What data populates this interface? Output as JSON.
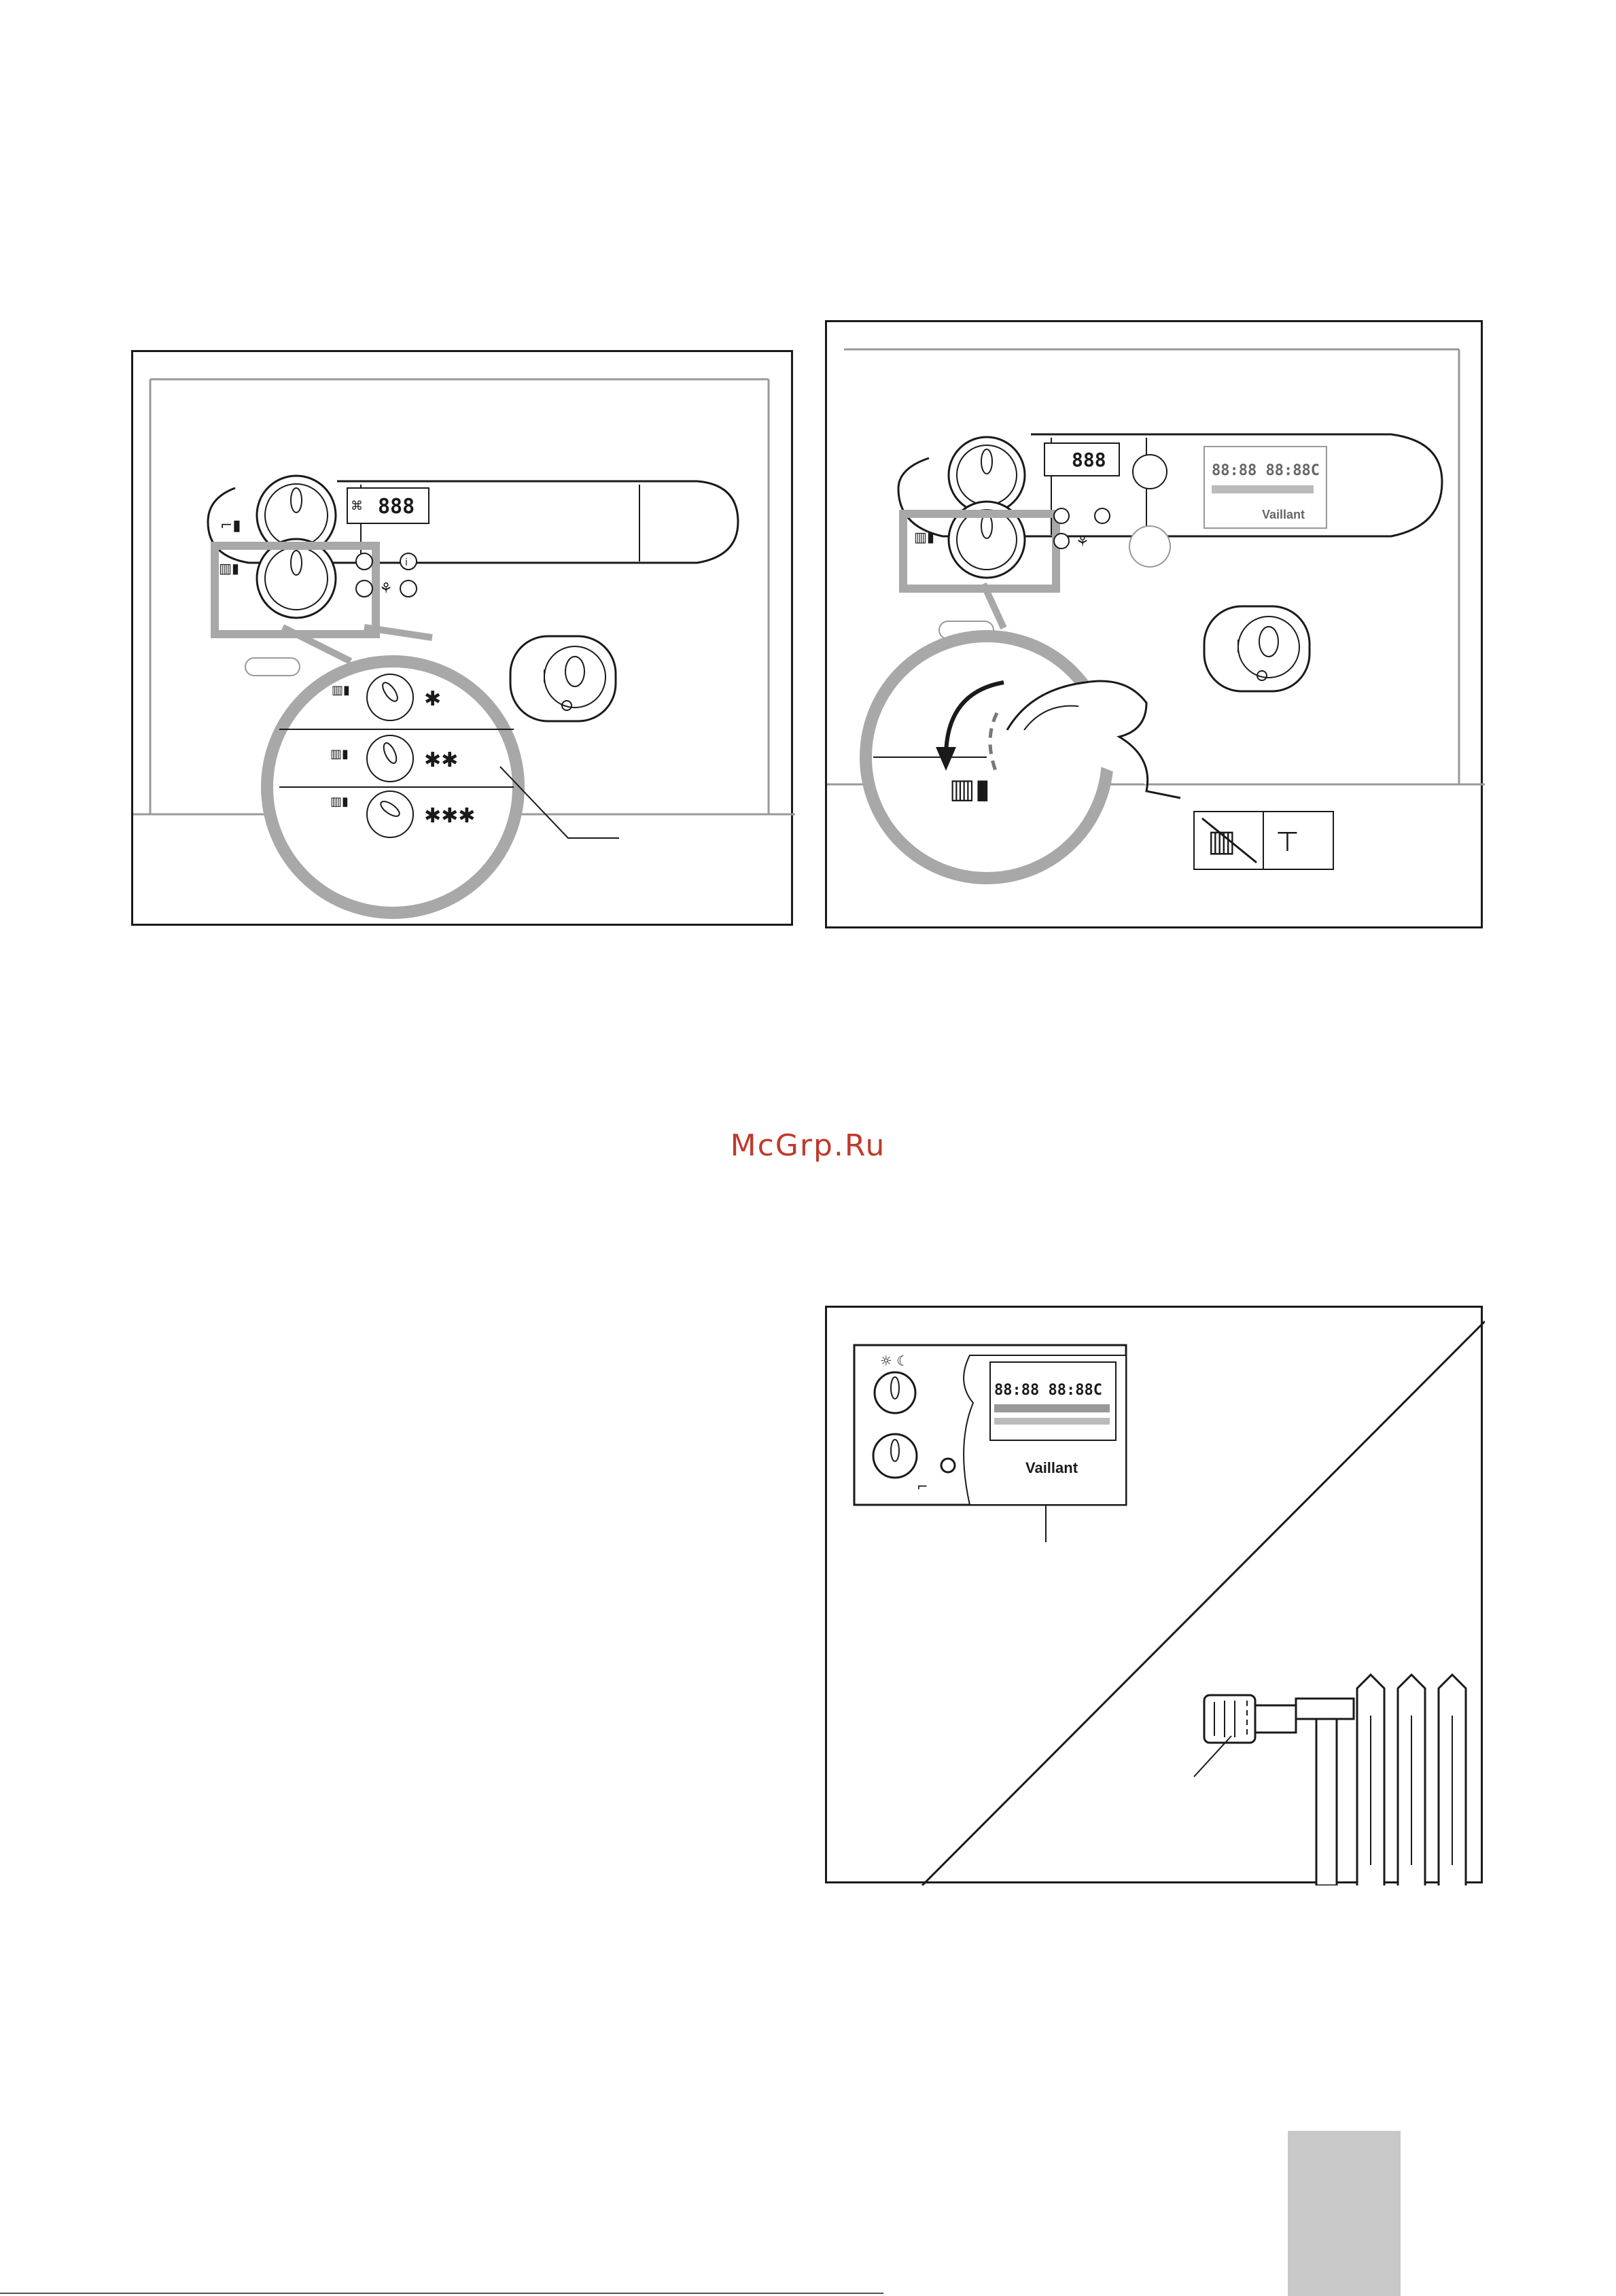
{
  "watermark": "McGrp.Ru",
  "figures": {
    "boiler_panel": {
      "display_digits": "888"
    },
    "boiler_panel_with_controller": {
      "display_digits": "888",
      "controller_display": "88:88 88:88C",
      "brand_label": "Vaillant"
    },
    "room_controller": {
      "display_text": "88:88 88:88C",
      "brand_label": "Vaillant"
    }
  },
  "colors": {
    "line": "#1a1a1a",
    "highlight_gray": "#a8a8a8",
    "tab_gray": "#c8c8c8",
    "watermark": "#c0392b"
  }
}
